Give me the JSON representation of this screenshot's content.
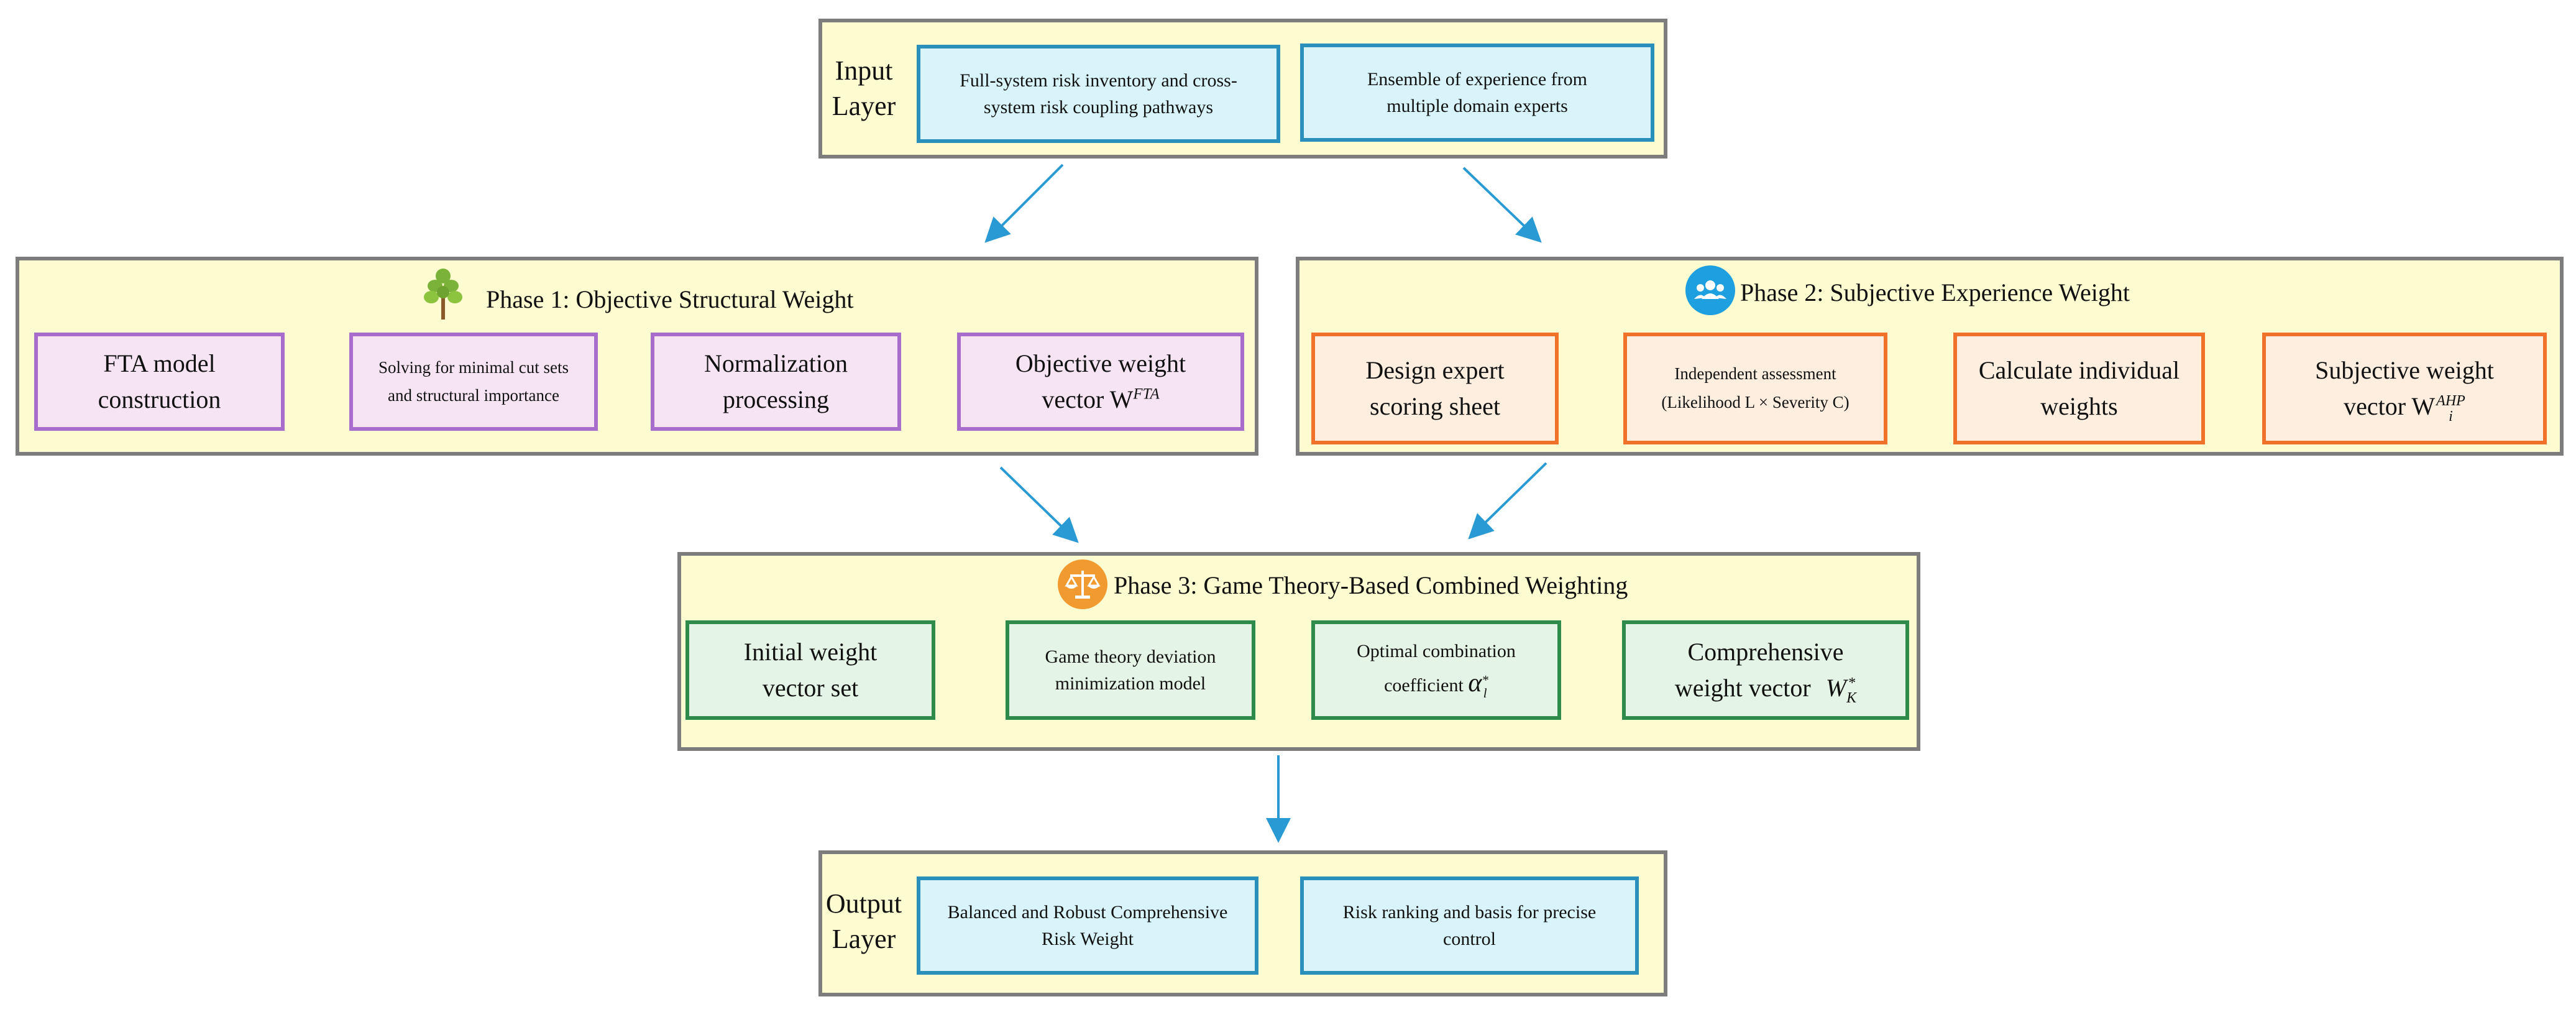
{
  "input_layer": {
    "label": "Input Layer",
    "boxes": [
      "Full-system risk inventory and cross-system risk coupling pathways",
      "Ensemble of experience from multiple domain experts"
    ]
  },
  "phase1": {
    "title": "Phase 1: Objective Structural Weight",
    "icon": "tree-icon",
    "steps": [
      "FTA model construction",
      "Solving for minimal cut sets and structural importance",
      "Normalization processing"
    ],
    "output": {
      "text": "Objective weight vector W",
      "sup": "FTA"
    }
  },
  "phase2": {
    "title": "Phase 2: Subjective Experience Weight",
    "icon": "people-icon",
    "steps": [
      "Design expert scoring sheet",
      "Independent assessment (Likelihood L × Severity C)",
      "Calculate individual weights"
    ],
    "output": {
      "text": "Subjective weight vector W",
      "sub": "i",
      "sup": "AHP"
    }
  },
  "phase3": {
    "title": "Phase 3: Game Theory-Based Combined Weighting",
    "icon": "scale-icon",
    "steps": [
      "Initial weight vector set",
      "Game theory deviation minimization model"
    ],
    "coefficient": {
      "text": "Optimal combination coefficient",
      "symbol": "α",
      "sub": "l",
      "sup": "*"
    },
    "output": {
      "text": "Comprehensive weight vector",
      "symbol": "W",
      "sub": "K",
      "sup": "*"
    }
  },
  "output_layer": {
    "label": "Output Layer",
    "boxes": [
      "Balanced and Robust Comprehensive Risk Weight",
      "Risk ranking and basis for precise control"
    ]
  },
  "colors": {
    "panel_fill": "#fdfbd0",
    "panel_border": "#7d7d7d",
    "cyan_border": "#2b8fbc",
    "purple_border": "#a86ccc",
    "orange_border": "#f0722a",
    "green_border": "#2e8b4c",
    "flow_arrow": "#2a9ad4"
  }
}
